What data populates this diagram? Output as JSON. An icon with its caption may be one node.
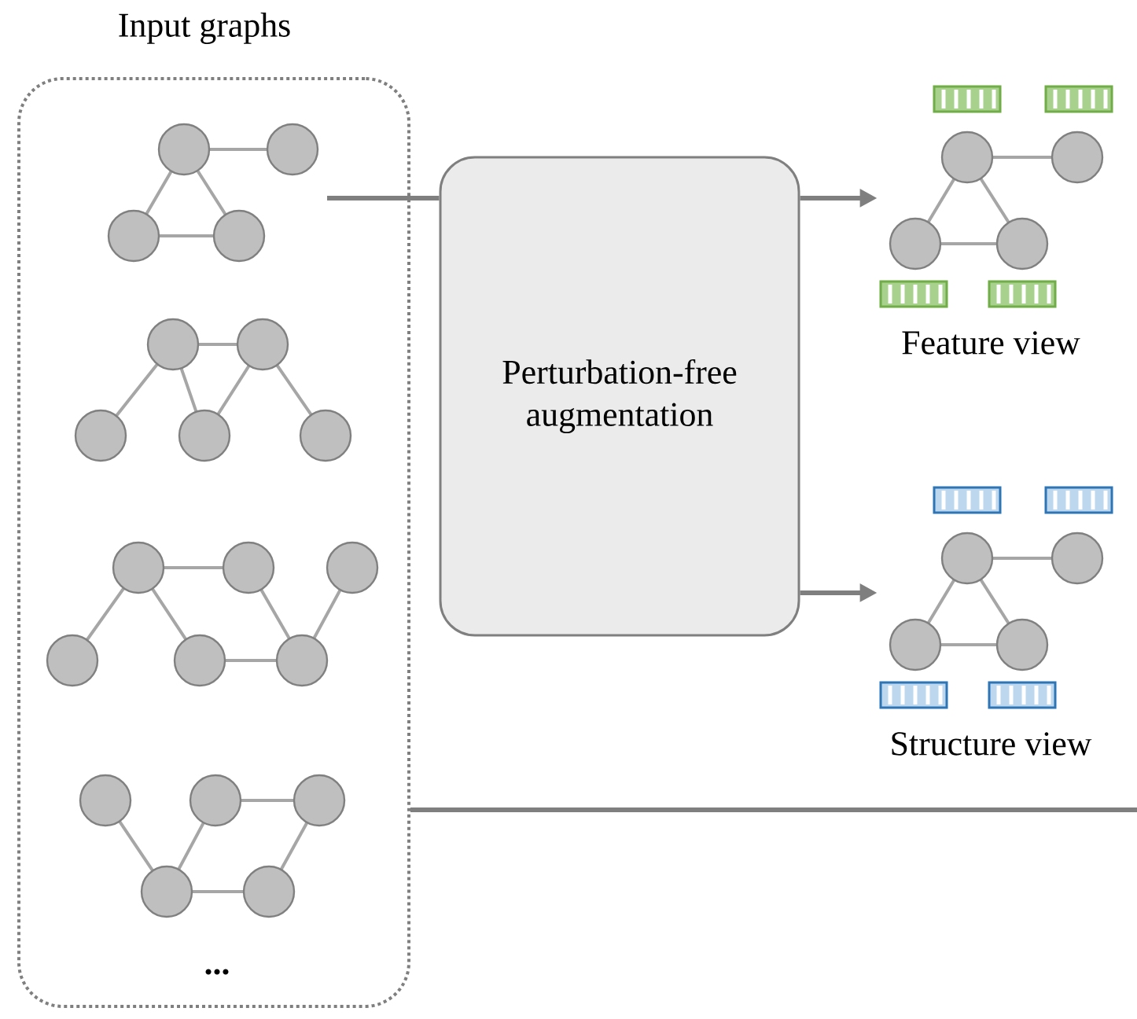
{
  "diagram": {
    "nodes": [
      {
        "text": [
          "Input graphs"
        ]
      },
      {
        "text": [
          "Perturbation-free augmentation"
        ]
      },
      {
        "text": [],
        "shape": "graph",
        "beside": [
          "Feature view"
        ]
      },
      {
        "text": [],
        "shape": "graph",
        "beside": [
          "Structure view"
        ]
      }
    ],
    "edges": [
      {
        "from": 0,
        "to": 1,
        "arrow": "none"
      },
      {
        "from": 1,
        "to": 2,
        "arrow": "to"
      },
      {
        "from": 1,
        "to": 3,
        "arrow": "to"
      },
      {
        "from": 0,
        "to": null,
        "arrow": "none"
      }
    ],
    "labels": [
      "..."
    ]
  }
}
